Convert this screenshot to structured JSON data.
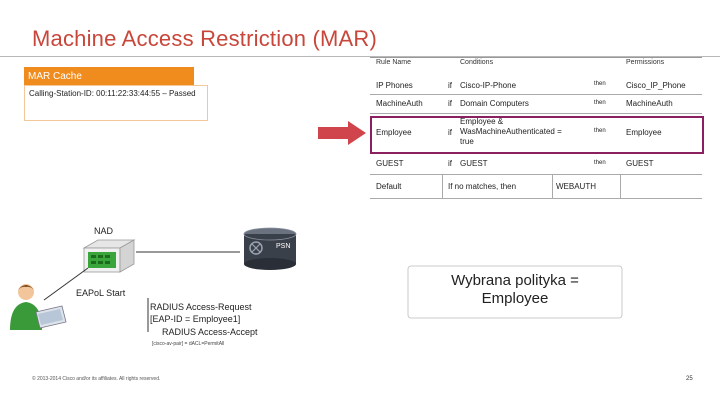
{
  "slide": {
    "title": "Machine Access Restriction (MAR)",
    "footer": "© 2013-2014 Cisco and/or its affiliates. All rights reserved.",
    "page_number": "25"
  },
  "mar_cache": {
    "header": "MAR Cache",
    "entry": "Calling-Station-ID: 00:11:22:33:44:55 – Passed"
  },
  "policy_table": {
    "headers": {
      "rule_name": "Rule Name",
      "conditions": "Conditions",
      "permissions": "Permissions"
    },
    "rows": [
      {
        "rule": "IP Phones",
        "if": "if",
        "condition": "Cisco-IP-Phone",
        "then": "then",
        "permission": "Cisco_IP_Phone"
      },
      {
        "rule": "MachineAuth",
        "if": "if",
        "condition": "Domain Computers",
        "then": "then",
        "permission": "MachineAuth"
      },
      {
        "rule": "Employee",
        "if": "if",
        "condition_line1": "Employee &",
        "condition_line2": "WasMachineAuthenticated =",
        "condition_line3": "true",
        "then": "then",
        "permission": "Employee"
      },
      {
        "rule": "GUEST",
        "if": "if",
        "condition": "GUEST",
        "then": "then",
        "permission": "GUEST"
      },
      {
        "rule": "Default",
        "condition": "If no matches, then",
        "permission": "WEBAUTH"
      }
    ]
  },
  "diagram": {
    "nad_label": "NAD",
    "psn_label": "PSN",
    "eapol_start": "EAPoL Start",
    "radius_request_line1": "RADIUS Access-Request",
    "radius_request_line2": "[EAP-ID = Employee1]",
    "radius_accept": "RADIUS Access-Accept",
    "dacl_note": "[cisco-av-pair] = dACL=PermitAll",
    "callout_line1": "Wybrana polityka =",
    "callout_line2": "Employee"
  },
  "colors": {
    "title": "#c8463a",
    "mar_header": "#f08c1e",
    "highlight": "#8a2060",
    "arrow": "#d0454c"
  }
}
